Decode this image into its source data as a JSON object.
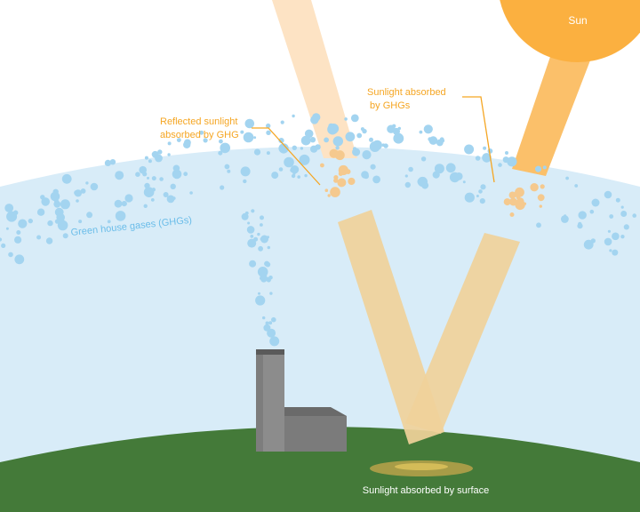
{
  "labels": {
    "sun": "Sun",
    "reflected": [
      "Reflected sunlight",
      "absorbed by GHG"
    ],
    "absorbed_ghg": [
      "Sunlight absorbed",
      " by GHGs"
    ],
    "ghg_layer": "Green house gases (GHGs)",
    "surface": "Sunlight absorbed by surface"
  },
  "colors": {
    "sky": "#ffffff",
    "atmosphere": "#d8ecf8",
    "ground": "#447a39",
    "sun": "#fbb040",
    "sun_ray": "#fbc06a",
    "faded_ray": "#fde3c4",
    "reflected_ray": "#f0d19a",
    "ghg_bubble": "#a3d4f0",
    "absorbed_bubble": "#f5c98e",
    "label_orange": "#f5a623",
    "label_blue": "#6bbde9",
    "factory_front": "#7a7a7a",
    "factory_side": "#5f5f5f",
    "surface_label": "#ffffff"
  },
  "icons": {
    "factory": "factory-icon",
    "sun": "sun-icon"
  }
}
